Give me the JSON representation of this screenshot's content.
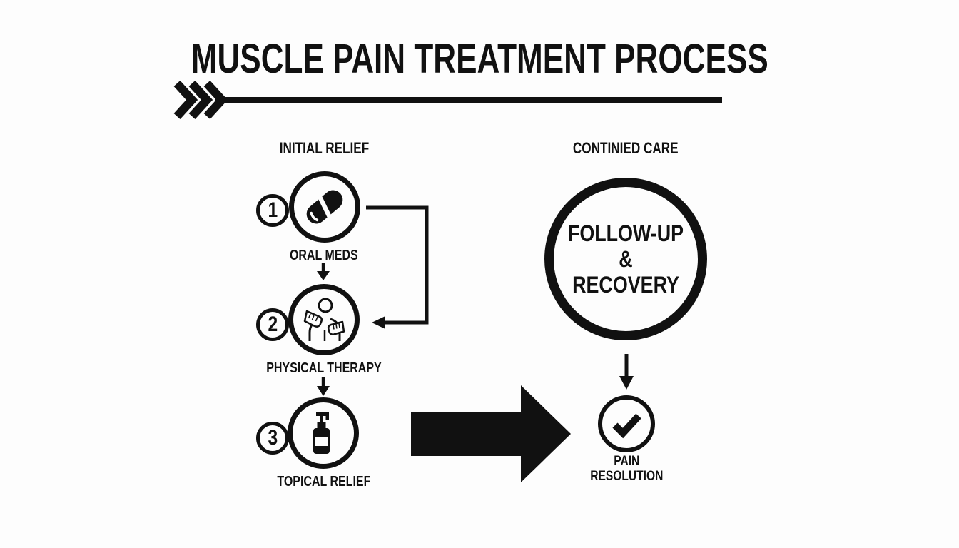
{
  "title": "MUSCLE PAIN TREATMENT PROCESS",
  "colors": {
    "ink": "#111111",
    "background": "#fdfdfd"
  },
  "sections": {
    "initial": {
      "heading": "INITIAL RELIEF",
      "steps": [
        {
          "number": "1",
          "label": "ORAL MEDS",
          "icon": "pill-icon"
        },
        {
          "number": "2",
          "label": "PHYSICAL THERAPY",
          "icon": "massage-icon"
        },
        {
          "number": "3",
          "label": "TOPICAL RELIEF",
          "icon": "lotion-pump-icon"
        }
      ]
    },
    "continued": {
      "heading": "CONTINIED CARE",
      "followup_line1": "FOLLOW-UP &",
      "followup_line2": "RECOVERY",
      "resolution_line1": "PAIN",
      "resolution_line2": "RESOLUTION",
      "resolution_icon": "checkmark-icon"
    }
  }
}
